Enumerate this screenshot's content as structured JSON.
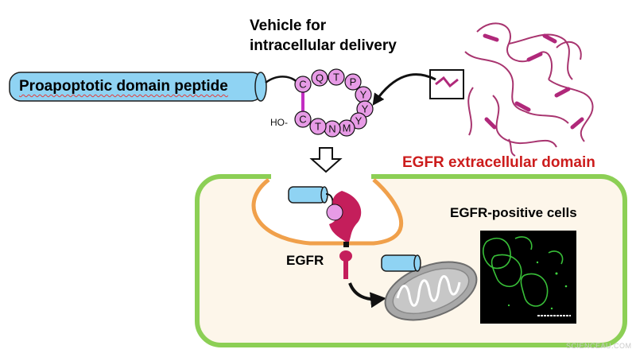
{
  "labels": {
    "vehicle_title_line1": "Vehicle for",
    "vehicle_title_line2": "intracellular delivery",
    "proapoptotic_peptide": "Proapoptotic domain peptide",
    "egfr_extracellular_domain": "EGFR extracellular domain",
    "egfr_positive_cells": "EGFR-positive cells",
    "egfr": "EGFR",
    "ho_group": "HO-",
    "watermark": "SCIENCEAU.COM"
  },
  "peptide_ring": {
    "residues": [
      "C",
      "Q",
      "T",
      "P",
      "Y",
      "Y",
      "Y",
      "M",
      "N",
      "T",
      "C"
    ]
  },
  "colors": {
    "tube_fill": "#8fd3f3",
    "tube_stroke": "#1d1d1d",
    "residue_fill": "#e79be6",
    "disulfide": "#c22ec2",
    "egfr_domain_text": "#cc1c1c",
    "cell_border": "#8ccf55",
    "cell_fill": "#fdf6ea",
    "endosome": "#f0a04b",
    "receptor": "#c41e5b",
    "mito_fill": "#a8a8a8",
    "micrograph_bg": "#000000",
    "micrograph_signal": "#3fd43f"
  }
}
